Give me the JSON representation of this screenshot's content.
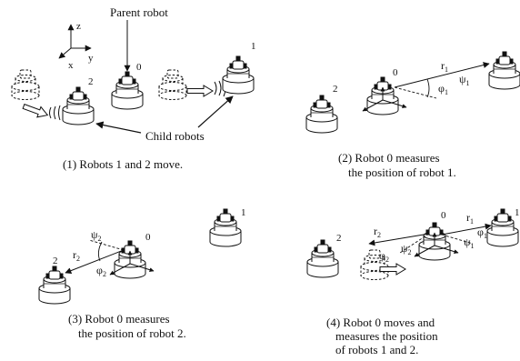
{
  "axes": {
    "z": "z",
    "x": "x",
    "y": "y"
  },
  "labels": {
    "parent_robot": "Parent robot",
    "child_robots": "Child robots",
    "r": "r",
    "psi": "ψ",
    "phi": "φ",
    "sub1": "1",
    "sub2": "2"
  },
  "robot_ids": {
    "r0": "0",
    "r1": "1",
    "r2": "2"
  },
  "captions": {
    "p1": "(1) Robots 1 and 2 move.",
    "p2_l1": "(2) Robot 0 measures",
    "p2_l2": "the position of robot 1.",
    "p3_l1": "(3) Robot 0 measures",
    "p3_l2": "the position of robot 2.",
    "p4_l1": "(4) Robot 0 moves and",
    "p4_l2": "measures the position",
    "p4_l3": "of robots 1 and 2."
  }
}
